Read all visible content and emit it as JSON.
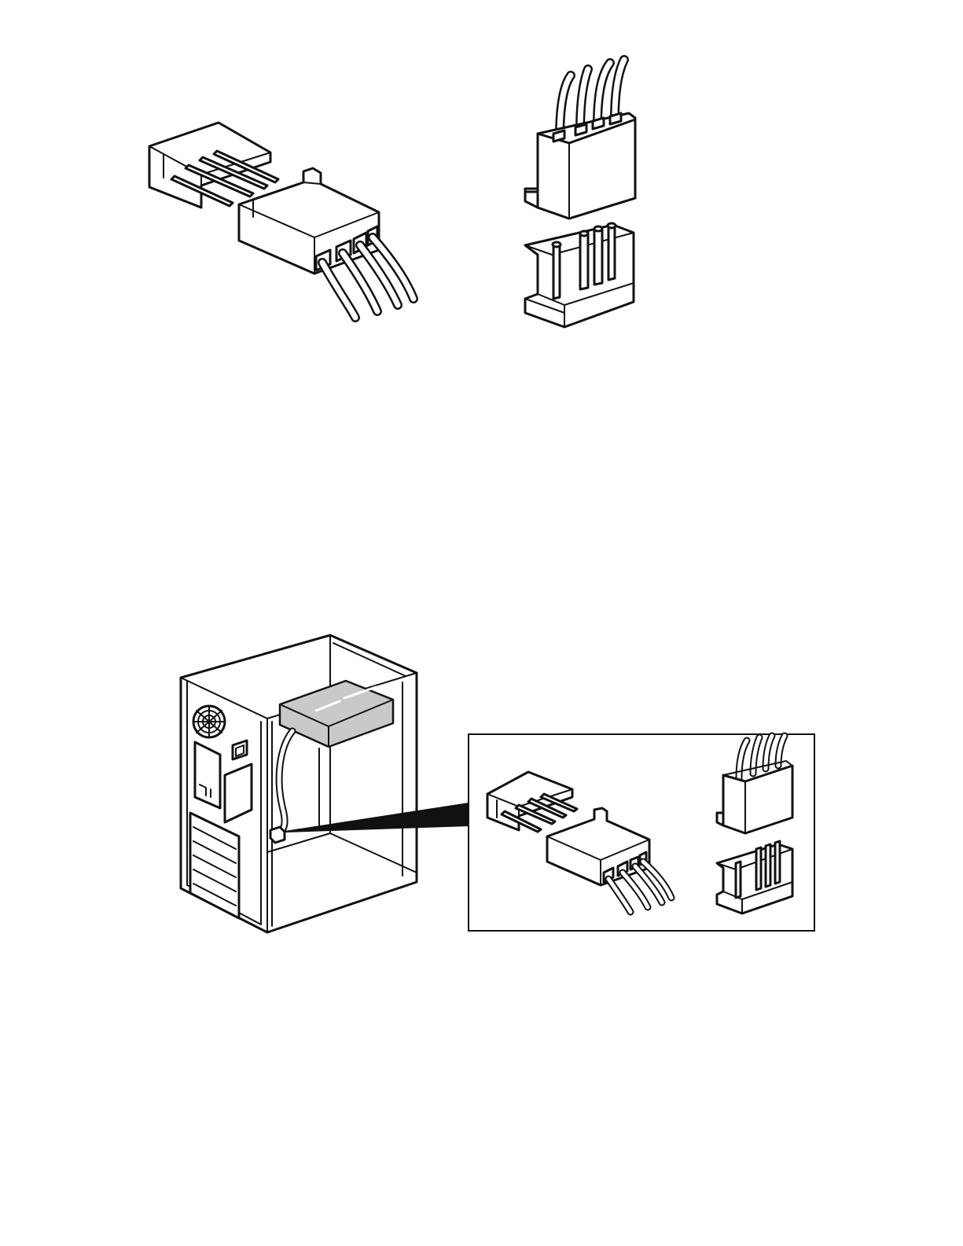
{
  "colors": {
    "line": "#111111",
    "paper": "#ffffff",
    "drive_fill": "#c9c9c9"
  },
  "figures": [
    {
      "name": "horizontal-fan-connector-figure"
    },
    {
      "name": "vertical-fan-connector-figure"
    },
    {
      "name": "chassis-with-connector-callout-figure"
    }
  ]
}
